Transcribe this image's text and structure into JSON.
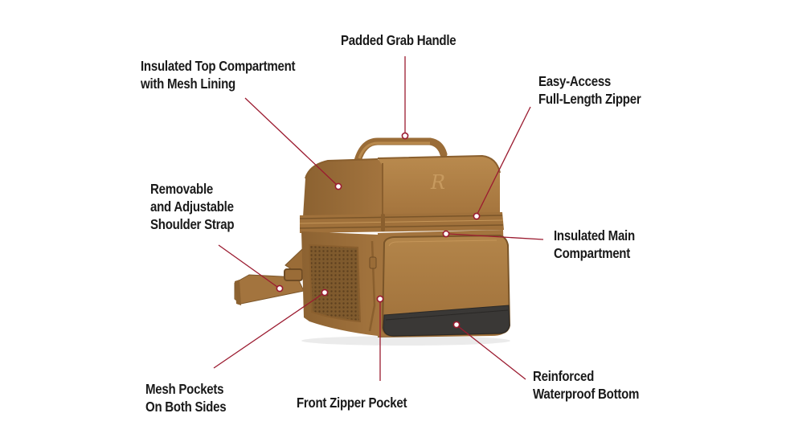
{
  "diagram": {
    "subject": "Insulated lunch bag (coyote brown) with feature callouts",
    "brand_mark": "R",
    "colors": {
      "leader_line": "#9b1b30",
      "callout_dot_fill": "#ffffff",
      "callout_dot_stroke": "#9b1b30",
      "bag_body": "#a7773f",
      "bag_highlight": "#b98a4e",
      "bag_shadow": "#7a5529",
      "bottom_panel": "#3a3836",
      "label_text": "#1a1a1a"
    },
    "callouts": [
      {
        "id": "handle",
        "lines": [
          "Padded Grab Handle"
        ],
        "dot": [
          504,
          169
        ]
      },
      {
        "id": "top-compartment",
        "lines": [
          "Insulated Top Compartment",
          "with Mesh Lining"
        ],
        "dot": [
          421,
          232
        ]
      },
      {
        "id": "zipper",
        "lines": [
          "Easy-Access",
          "Full-Length Zipper"
        ],
        "dot": [
          593,
          269
        ]
      },
      {
        "id": "strap",
        "lines": [
          "Removable",
          "and Adjustable",
          "Shoulder Strap"
        ],
        "dot": [
          348,
          359
        ]
      },
      {
        "id": "main-compartment",
        "lines": [
          "Insulated Main",
          "Compartment"
        ],
        "dot": [
          555,
          291
        ]
      },
      {
        "id": "mesh-pockets",
        "lines": [
          "Mesh Pockets",
          "On Both Sides"
        ],
        "dot": [
          404,
          364
        ]
      },
      {
        "id": "front-pocket",
        "lines": [
          "Front Zipper Pocket"
        ],
        "dot": [
          473,
          372
        ]
      },
      {
        "id": "bottom",
        "lines": [
          "Reinforced",
          "Waterproof Bottom"
        ],
        "dot": [
          568,
          404
        ]
      }
    ]
  }
}
